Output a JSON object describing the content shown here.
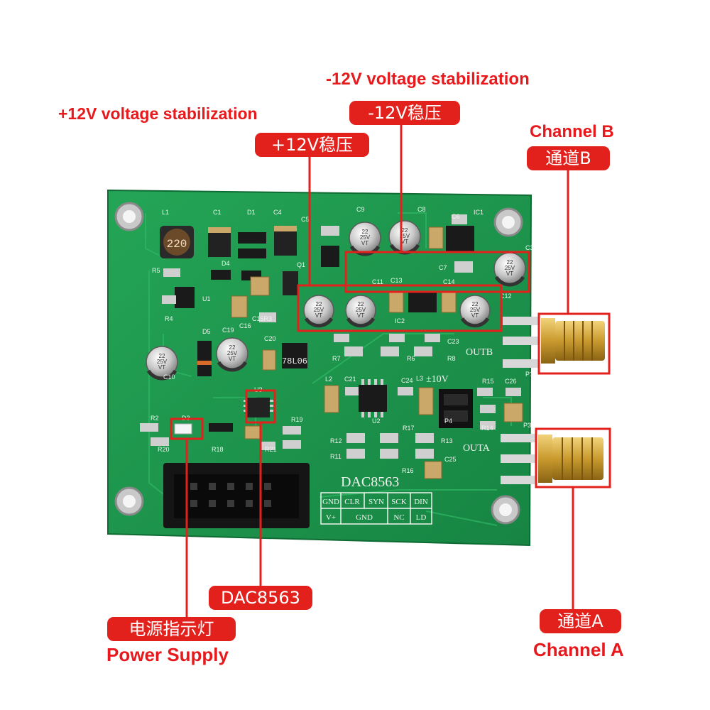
{
  "callouts": {
    "minus12_en": "-12V voltage stabilization",
    "minus12_cn": "-12V稳压",
    "plus12_en": "+12V voltage stabilization",
    "plus12_cn": "+12V稳压",
    "channel_b_en": "Channel B",
    "channel_b_cn": "通道B",
    "channel_a_cn": "通道A",
    "channel_a_en": "Channel A",
    "dac_tag": "DAC8563",
    "power_cn": "电源指示灯",
    "power_en": "Power Supply"
  },
  "board": {
    "chip_name": "DAC8563",
    "outb_label": "OUTB",
    "outa_label": "OUTA",
    "range_label": "±10V",
    "regulator_mark": "78L06",
    "inductor_mark": "220",
    "cap_marks": [
      "22",
      "25V",
      "VT"
    ],
    "pin_table": {
      "row1": [
        "GND",
        "CLR",
        "SYN",
        "SCK",
        "DIN"
      ],
      "row2": [
        "V+",
        "GND",
        "NC",
        "LD"
      ]
    },
    "refs": {
      "l1": "L1",
      "c1": "C1",
      "d1": "D1",
      "c4": "C4",
      "c5": "C5",
      "c9": "C9",
      "c8": "C8",
      "c6": "C6",
      "ic1": "IC1",
      "c3": "C3",
      "c7": "C7",
      "r5": "R5",
      "u1": "U1",
      "r4": "R4",
      "d4": "D4",
      "q1": "Q1",
      "c11": "C11",
      "c13": "C13",
      "c14": "C14",
      "ic2": "IC2",
      "c12": "C12",
      "d5": "D5",
      "c19": "C19",
      "c16": "C16",
      "c15r3": "C15R3",
      "c20": "C20",
      "c10": "C10",
      "r7": "R7",
      "r6": "R6",
      "r8": "R8",
      "c23": "C23",
      "l2": "L2",
      "c21": "C21",
      "c24": "C24",
      "l3": "L3",
      "r15": "R15",
      "c26": "C26",
      "u3": "U3",
      "u2": "U2",
      "r2": "R2",
      "d3": "D3",
      "r19": "R19",
      "r20": "R20",
      "r18": "R18",
      "r21": "R21",
      "r12": "R12",
      "r11": "R11",
      "r17": "R17",
      "r13": "R13",
      "r16": "R16",
      "c25": "C25",
      "p1": "P1",
      "p3": "P3",
      "r14": "R14",
      "p4": "P4"
    }
  },
  "colors": {
    "callout_red": "#e3211c",
    "pcb_green": "#1f9a4e",
    "silkscreen": "#eef5ee",
    "sma_gold": "#c99a2e"
  }
}
